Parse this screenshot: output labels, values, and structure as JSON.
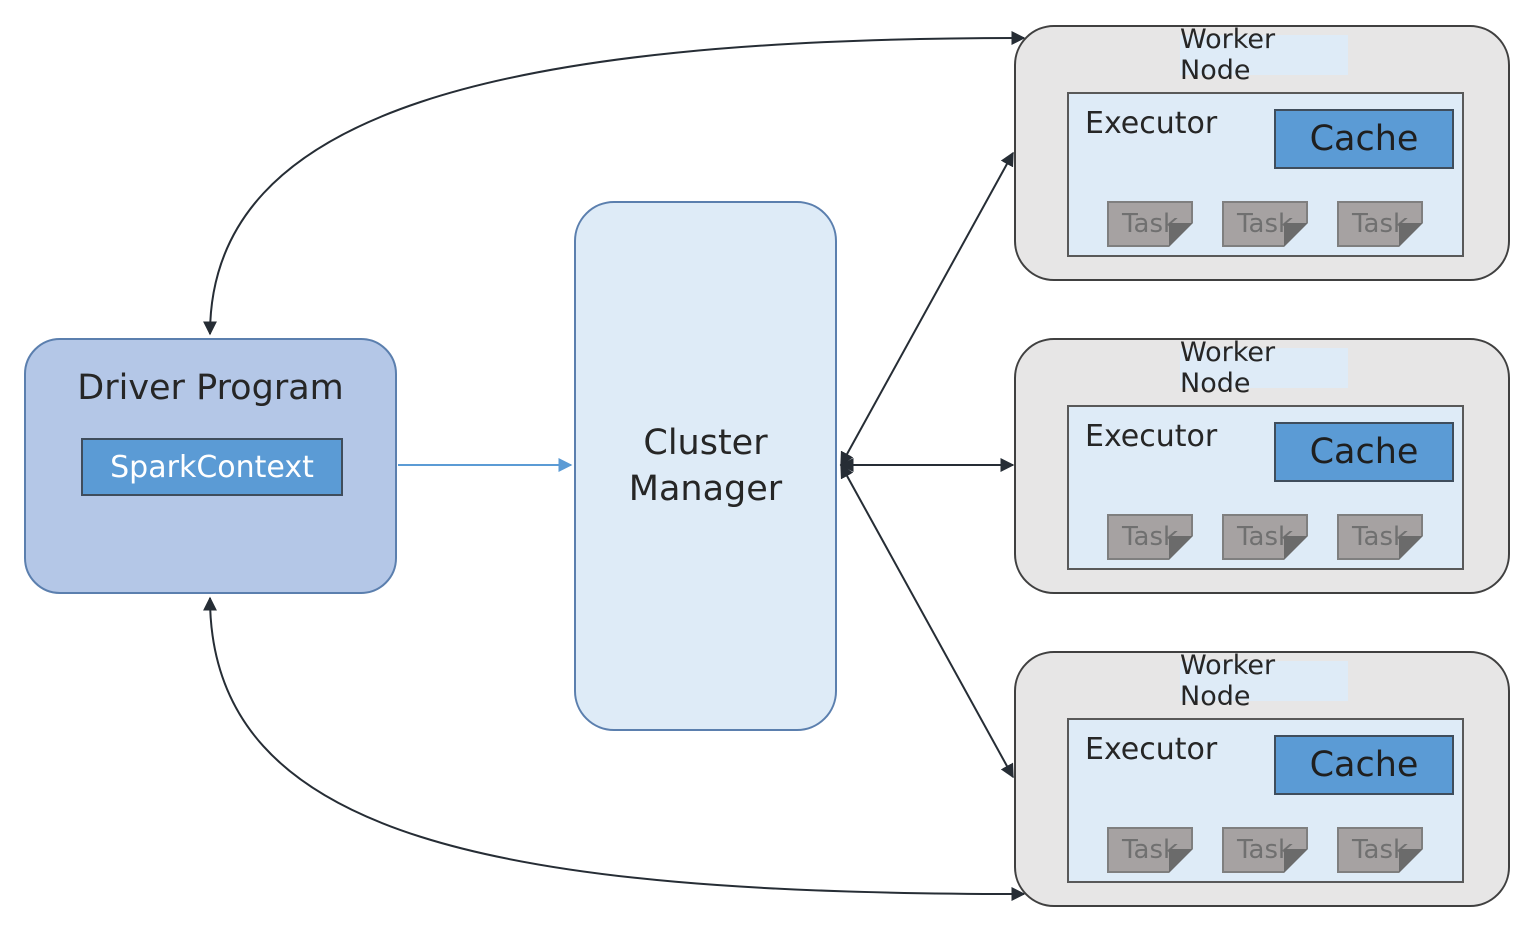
{
  "driver": {
    "title": "Driver Program",
    "context_label": "SparkContext"
  },
  "cluster_manager": {
    "line1": "Cluster",
    "line2": "Manager"
  },
  "workers": [
    {
      "label": "Worker Node",
      "executor_label": "Executor",
      "cache_label": "Cache",
      "tasks": [
        "Task",
        "Task",
        "Task"
      ]
    },
    {
      "label": "Worker Node",
      "executor_label": "Executor",
      "cache_label": "Cache",
      "tasks": [
        "Task",
        "Task",
        "Task"
      ]
    },
    {
      "label": "Worker Node",
      "executor_label": "Executor",
      "cache_label": "Cache",
      "tasks": [
        "Task",
        "Task",
        "Task"
      ]
    }
  ],
  "colors": {
    "driver_fill": "#b4c7e7",
    "spark_context_fill": "#5b9bd5",
    "cluster_fill": "#deebf7",
    "worker_fill": "#e7e6e6",
    "task_fill": "#a6a2a2",
    "connector_dark": "#262d35",
    "connector_blue": "#5b9bd5"
  }
}
